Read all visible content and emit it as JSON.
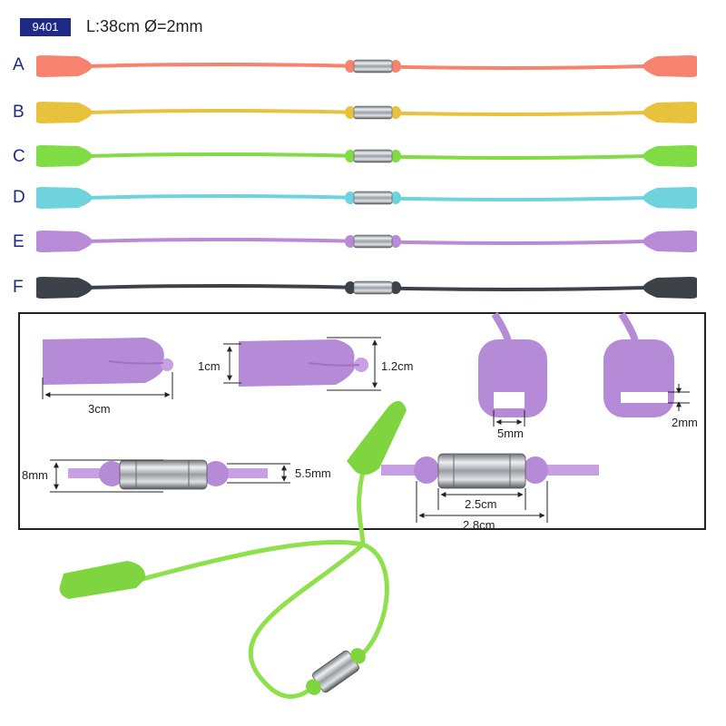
{
  "header": {
    "model": "9401",
    "spec": "L:38cm Ø=2mm"
  },
  "variants": [
    {
      "letter": "A",
      "color": "#f7826e"
    },
    {
      "letter": "B",
      "color": "#e8c23c"
    },
    {
      "letter": "C",
      "color": "#7fdc45"
    },
    {
      "letter": "D",
      "color": "#6fd3dd"
    },
    {
      "letter": "E",
      "color": "#b88ad8"
    },
    {
      "letter": "F",
      "color": "#3d4249"
    }
  ],
  "detail": {
    "tip_length": "3cm",
    "tip_height": "1cm",
    "tip_height_thick": "1.2cm",
    "slot_width": "5mm",
    "slot_height": "2mm",
    "connector_outer": "8mm",
    "connector_inner": "5.5mm",
    "connector_length": "2.5cm",
    "connector_total": "2.8cm"
  }
}
